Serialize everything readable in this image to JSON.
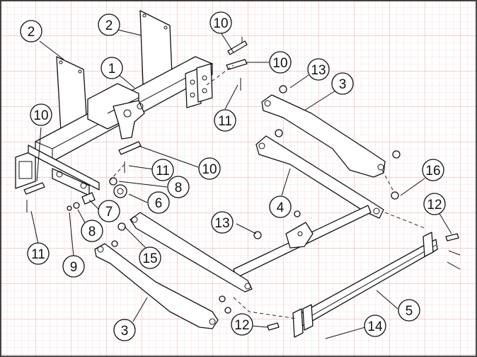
{
  "colors": {
    "grid": "#f2b8b8",
    "grid_major": "#e89a9a",
    "line": "#111111",
    "paper": "#ffffff"
  },
  "callouts": [
    {
      "id": "c2a",
      "label": "2"
    },
    {
      "id": "c2b",
      "label": "2"
    },
    {
      "id": "c1",
      "label": "1"
    },
    {
      "id": "c10a",
      "label": "10"
    },
    {
      "id": "c10b",
      "label": "10"
    },
    {
      "id": "c11a",
      "label": "11"
    },
    {
      "id": "c13a",
      "label": "13"
    },
    {
      "id": "c3a",
      "label": "3"
    },
    {
      "id": "c10c",
      "label": "10"
    },
    {
      "id": "c10d",
      "label": "10"
    },
    {
      "id": "c11b",
      "label": "11"
    },
    {
      "id": "c8a",
      "label": "8"
    },
    {
      "id": "c6",
      "label": "6"
    },
    {
      "id": "c7",
      "label": "7"
    },
    {
      "id": "c8b",
      "label": "8"
    },
    {
      "id": "c9",
      "label": "9"
    },
    {
      "id": "c11c",
      "label": "11"
    },
    {
      "id": "c4",
      "label": "4"
    },
    {
      "id": "c16",
      "label": "16"
    },
    {
      "id": "c12a",
      "label": "12"
    },
    {
      "id": "c13b",
      "label": "13"
    },
    {
      "id": "c15",
      "label": "15"
    },
    {
      "id": "c3b",
      "label": "3"
    },
    {
      "id": "c5",
      "label": "5"
    },
    {
      "id": "c12b",
      "label": "12"
    },
    {
      "id": "c14",
      "label": "14"
    }
  ]
}
